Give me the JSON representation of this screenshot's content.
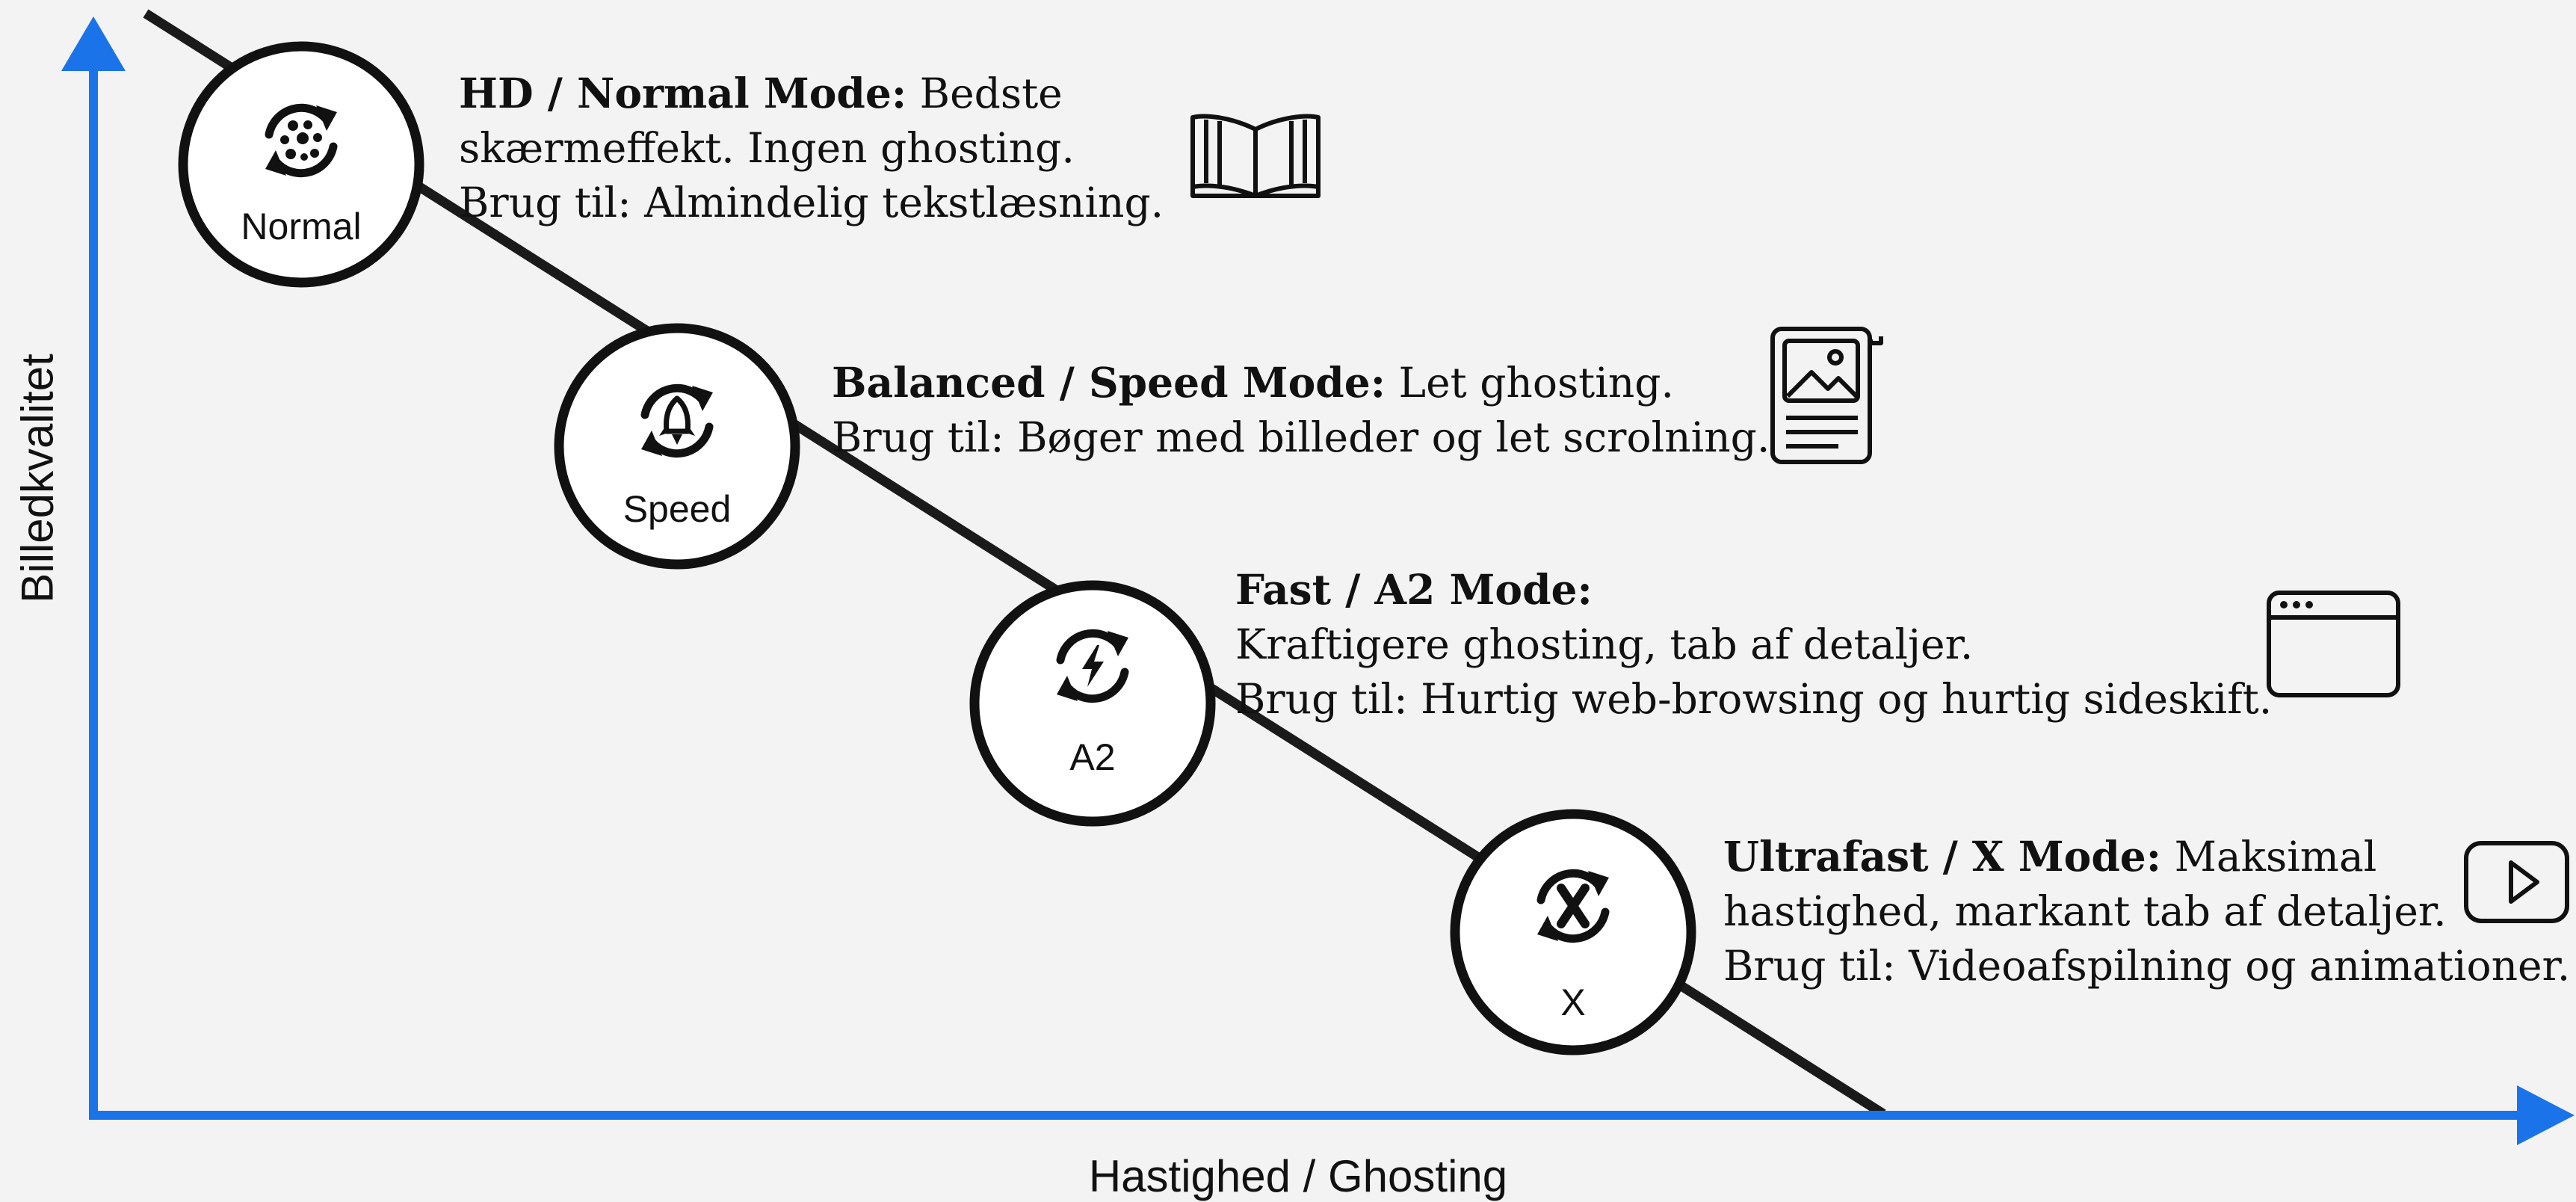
{
  "axes": {
    "y_label": "Billedkvalitet",
    "x_label": "Hastighed / Ghosting",
    "color": "#1a73e8"
  },
  "colors": {
    "line": "#1a1a1a",
    "background": "#f3f3f3",
    "node_fill": "#ffffff"
  },
  "modes": [
    {
      "id": "normal",
      "short": "Normal",
      "icon": "dots-refresh-icon",
      "title": "HD / Normal Mode:",
      "lead": "Bedste",
      "line2": "skærmeffekt. Ingen ghosting.",
      "line3": "Brug til: Almindelig tekstlæsning.",
      "aside_icon": "open-book-icon"
    },
    {
      "id": "speed",
      "short": "Speed",
      "icon": "rocket-refresh-icon",
      "title": "Balanced / Speed Mode:",
      "lead": "Let ghosting.",
      "line2": "Brug til: Bøger med billeder og let scrolning.",
      "aside_icon": "image-document-icon"
    },
    {
      "id": "a2",
      "short": "A2",
      "icon": "lightning-refresh-icon",
      "title": "Fast / A2 Mode:",
      "line2": "Kraftigere ghosting, tab af detaljer.",
      "line3": "Brug til: Hurtig web-browsing og hurtig sideskift.",
      "aside_icon": "browser-window-icon"
    },
    {
      "id": "x",
      "short": "X",
      "icon": "x-refresh-icon",
      "title": "Ultrafast / X Mode:",
      "lead": "Maksimal",
      "line2": "hastighed, markant tab af detaljer.",
      "line3": "Brug til: Videoafspilning og animationer.",
      "aside_icon": "video-play-icon"
    }
  ]
}
